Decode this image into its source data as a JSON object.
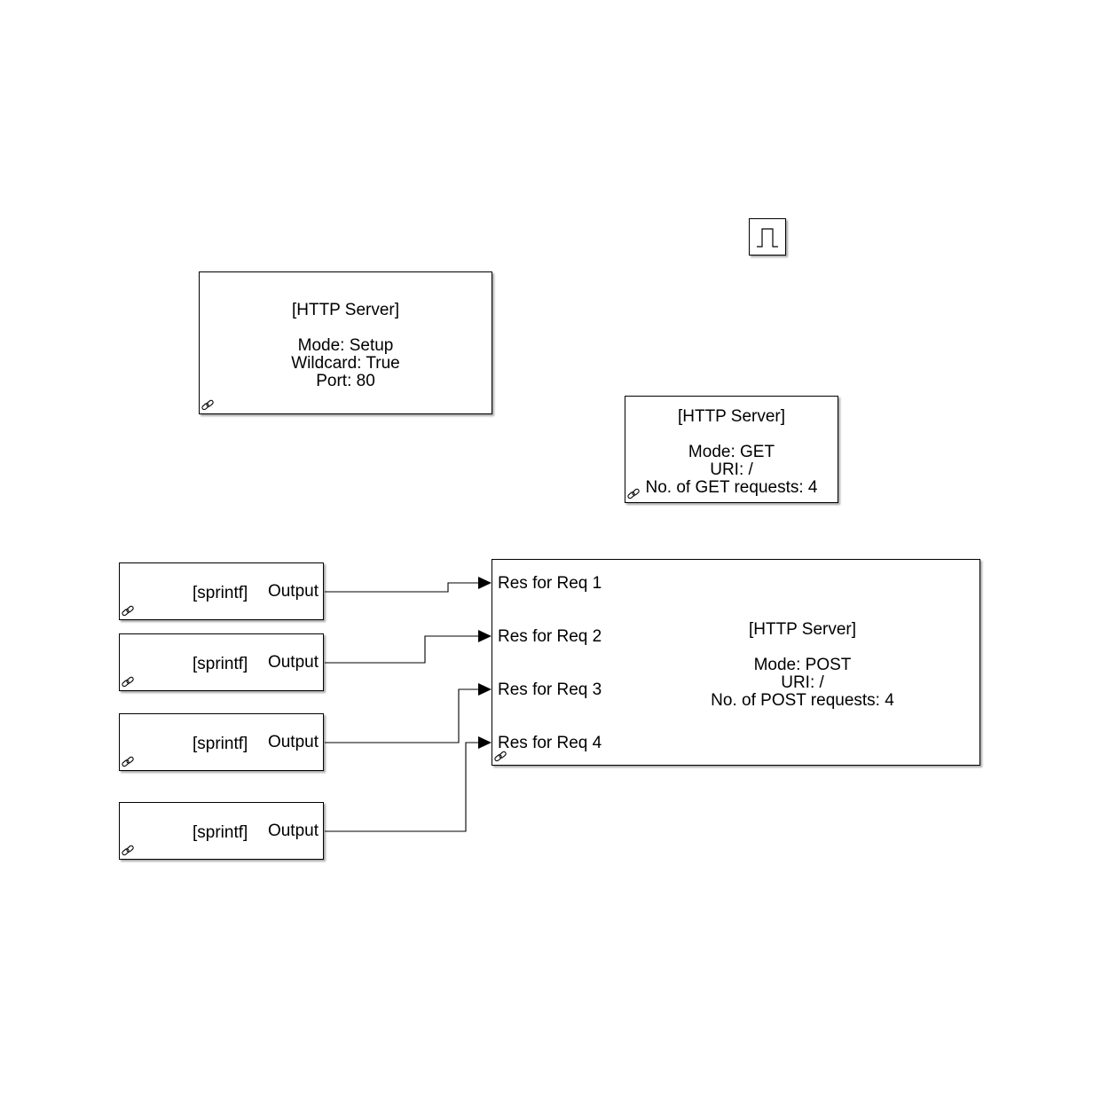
{
  "pulse_block": {
    "icon": "pulse-icon"
  },
  "setup_block": {
    "title": "[HTTP Server]",
    "lines": [
      "Mode: Setup",
      "Wildcard: True",
      "Port: 80"
    ]
  },
  "get_block": {
    "title": "[HTTP Server]",
    "lines": [
      "Mode: GET",
      "URI: /",
      "No. of GET requests: 4"
    ]
  },
  "post_block": {
    "title": "[HTTP Server]",
    "lines": [
      "Mode: POST",
      "URI: /",
      "No. of POST requests: 4"
    ],
    "ports": [
      "Res for Req 1",
      "Res for Req 2",
      "Res for Req 3",
      "Res for Req 4"
    ]
  },
  "sprintf_blocks": [
    {
      "name": "[sprintf]",
      "port": "Output"
    },
    {
      "name": "[sprintf]",
      "port": "Output"
    },
    {
      "name": "[sprintf]",
      "port": "Output"
    },
    {
      "name": "[sprintf]",
      "port": "Output"
    }
  ],
  "icons": {
    "library_link": "link-icon"
  }
}
